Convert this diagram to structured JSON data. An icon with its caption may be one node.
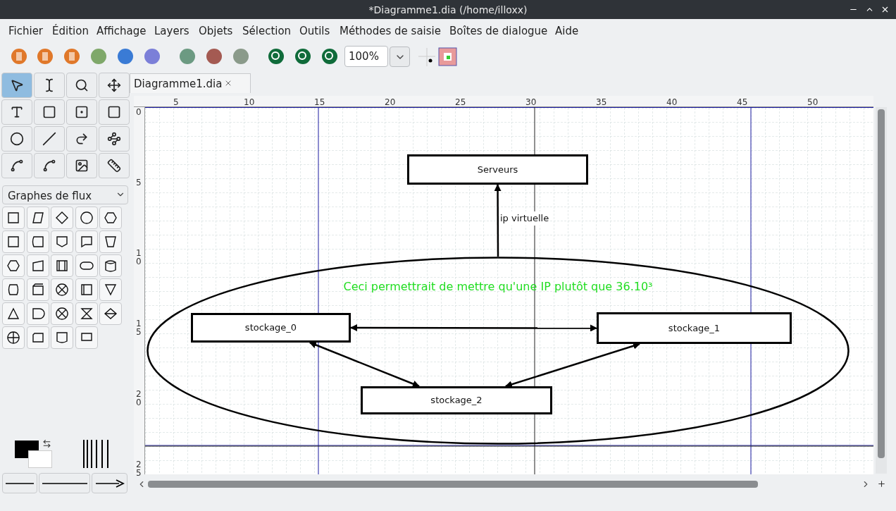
{
  "diagram": {
    "nodes": [
      {
        "text": [
          "Ceci permettrait de mettre qu'une IP plutôt que 36.10³"
        ]
      },
      {
        "text": [
          "Serveurs"
        ]
      },
      {
        "text": [
          "stockage_0"
        ],
        "in": 0
      },
      {
        "text": [
          "stockage_1"
        ],
        "in": 0
      },
      {
        "text": [
          "stockage_2"
        ],
        "in": 0
      }
    ],
    "edges": [
      {
        "from": 0,
        "to": 1,
        "arrow": "to",
        "label": "ip virtuelle"
      },
      {
        "from": 2,
        "to": 3,
        "arrow": "both"
      },
      {
        "from": 2,
        "to": 4,
        "arrow": "both"
      },
      {
        "from": 4,
        "to": 3,
        "arrow": "both"
      }
    ],
    "labels": [
      "*Diagramme1.dia (/home/illoxx)",
      "Fichier",
      "Édition",
      "Affichage",
      "Layers",
      "Objets",
      "Sélection",
      "Outils",
      "Méthodes de saisie",
      "Boîtes de dialogue",
      "Aide",
      "100%",
      "Diagramme1.dia",
      "Graphes de flux",
      "5",
      "10",
      "15",
      "20",
      "25",
      "30",
      "35",
      "40",
      "45",
      "50",
      "0",
      "5",
      "10",
      "15",
      "20",
      "25"
    ]
  }
}
